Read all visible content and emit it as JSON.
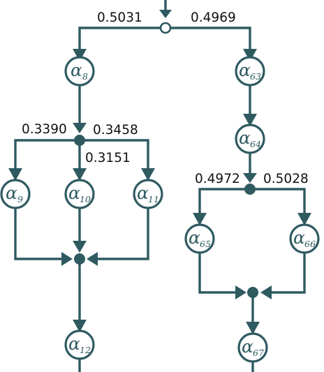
{
  "colors": {
    "stroke": "#2e5a60",
    "label_text": "#111111",
    "background": "#ffffff"
  },
  "nodes": [
    {
      "id": "alpha-8",
      "symbol": "α",
      "subscript": "8"
    },
    {
      "id": "alpha-9",
      "symbol": "α",
      "subscript": "9"
    },
    {
      "id": "alpha-10",
      "symbol": "α",
      "subscript": "10"
    },
    {
      "id": "alpha-11",
      "symbol": "α",
      "subscript": "11"
    },
    {
      "id": "alpha-12",
      "symbol": "α",
      "subscript": "12"
    },
    {
      "id": "alpha-63",
      "symbol": "α",
      "subscript": "63"
    },
    {
      "id": "alpha-64",
      "symbol": "α",
      "subscript": "64"
    },
    {
      "id": "alpha-65",
      "symbol": "α",
      "subscript": "65"
    },
    {
      "id": "alpha-66",
      "symbol": "α",
      "subscript": "66"
    },
    {
      "id": "alpha-67",
      "symbol": "α",
      "subscript": "67"
    }
  ],
  "probabilities": {
    "top_left": "0.5031",
    "top_right": "0.4969",
    "left_split_left": "0.3390",
    "left_split_right": "0.3458",
    "left_split_middle": "0.3151",
    "right_split_left": "0.4972",
    "right_split_right": "0.5028"
  }
}
